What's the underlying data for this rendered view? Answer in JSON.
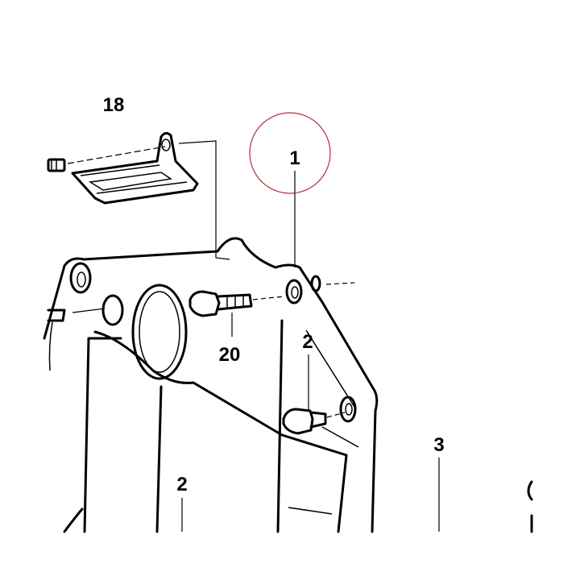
{
  "callouts": {
    "part_18": "18",
    "part_1": "1",
    "part_20": "20",
    "part_2_upper": "2",
    "part_2_lower": "2",
    "part_3": "3"
  },
  "colors": {
    "highlight_circle": "#b0303a",
    "line": "#000000",
    "background": "#ffffff"
  }
}
